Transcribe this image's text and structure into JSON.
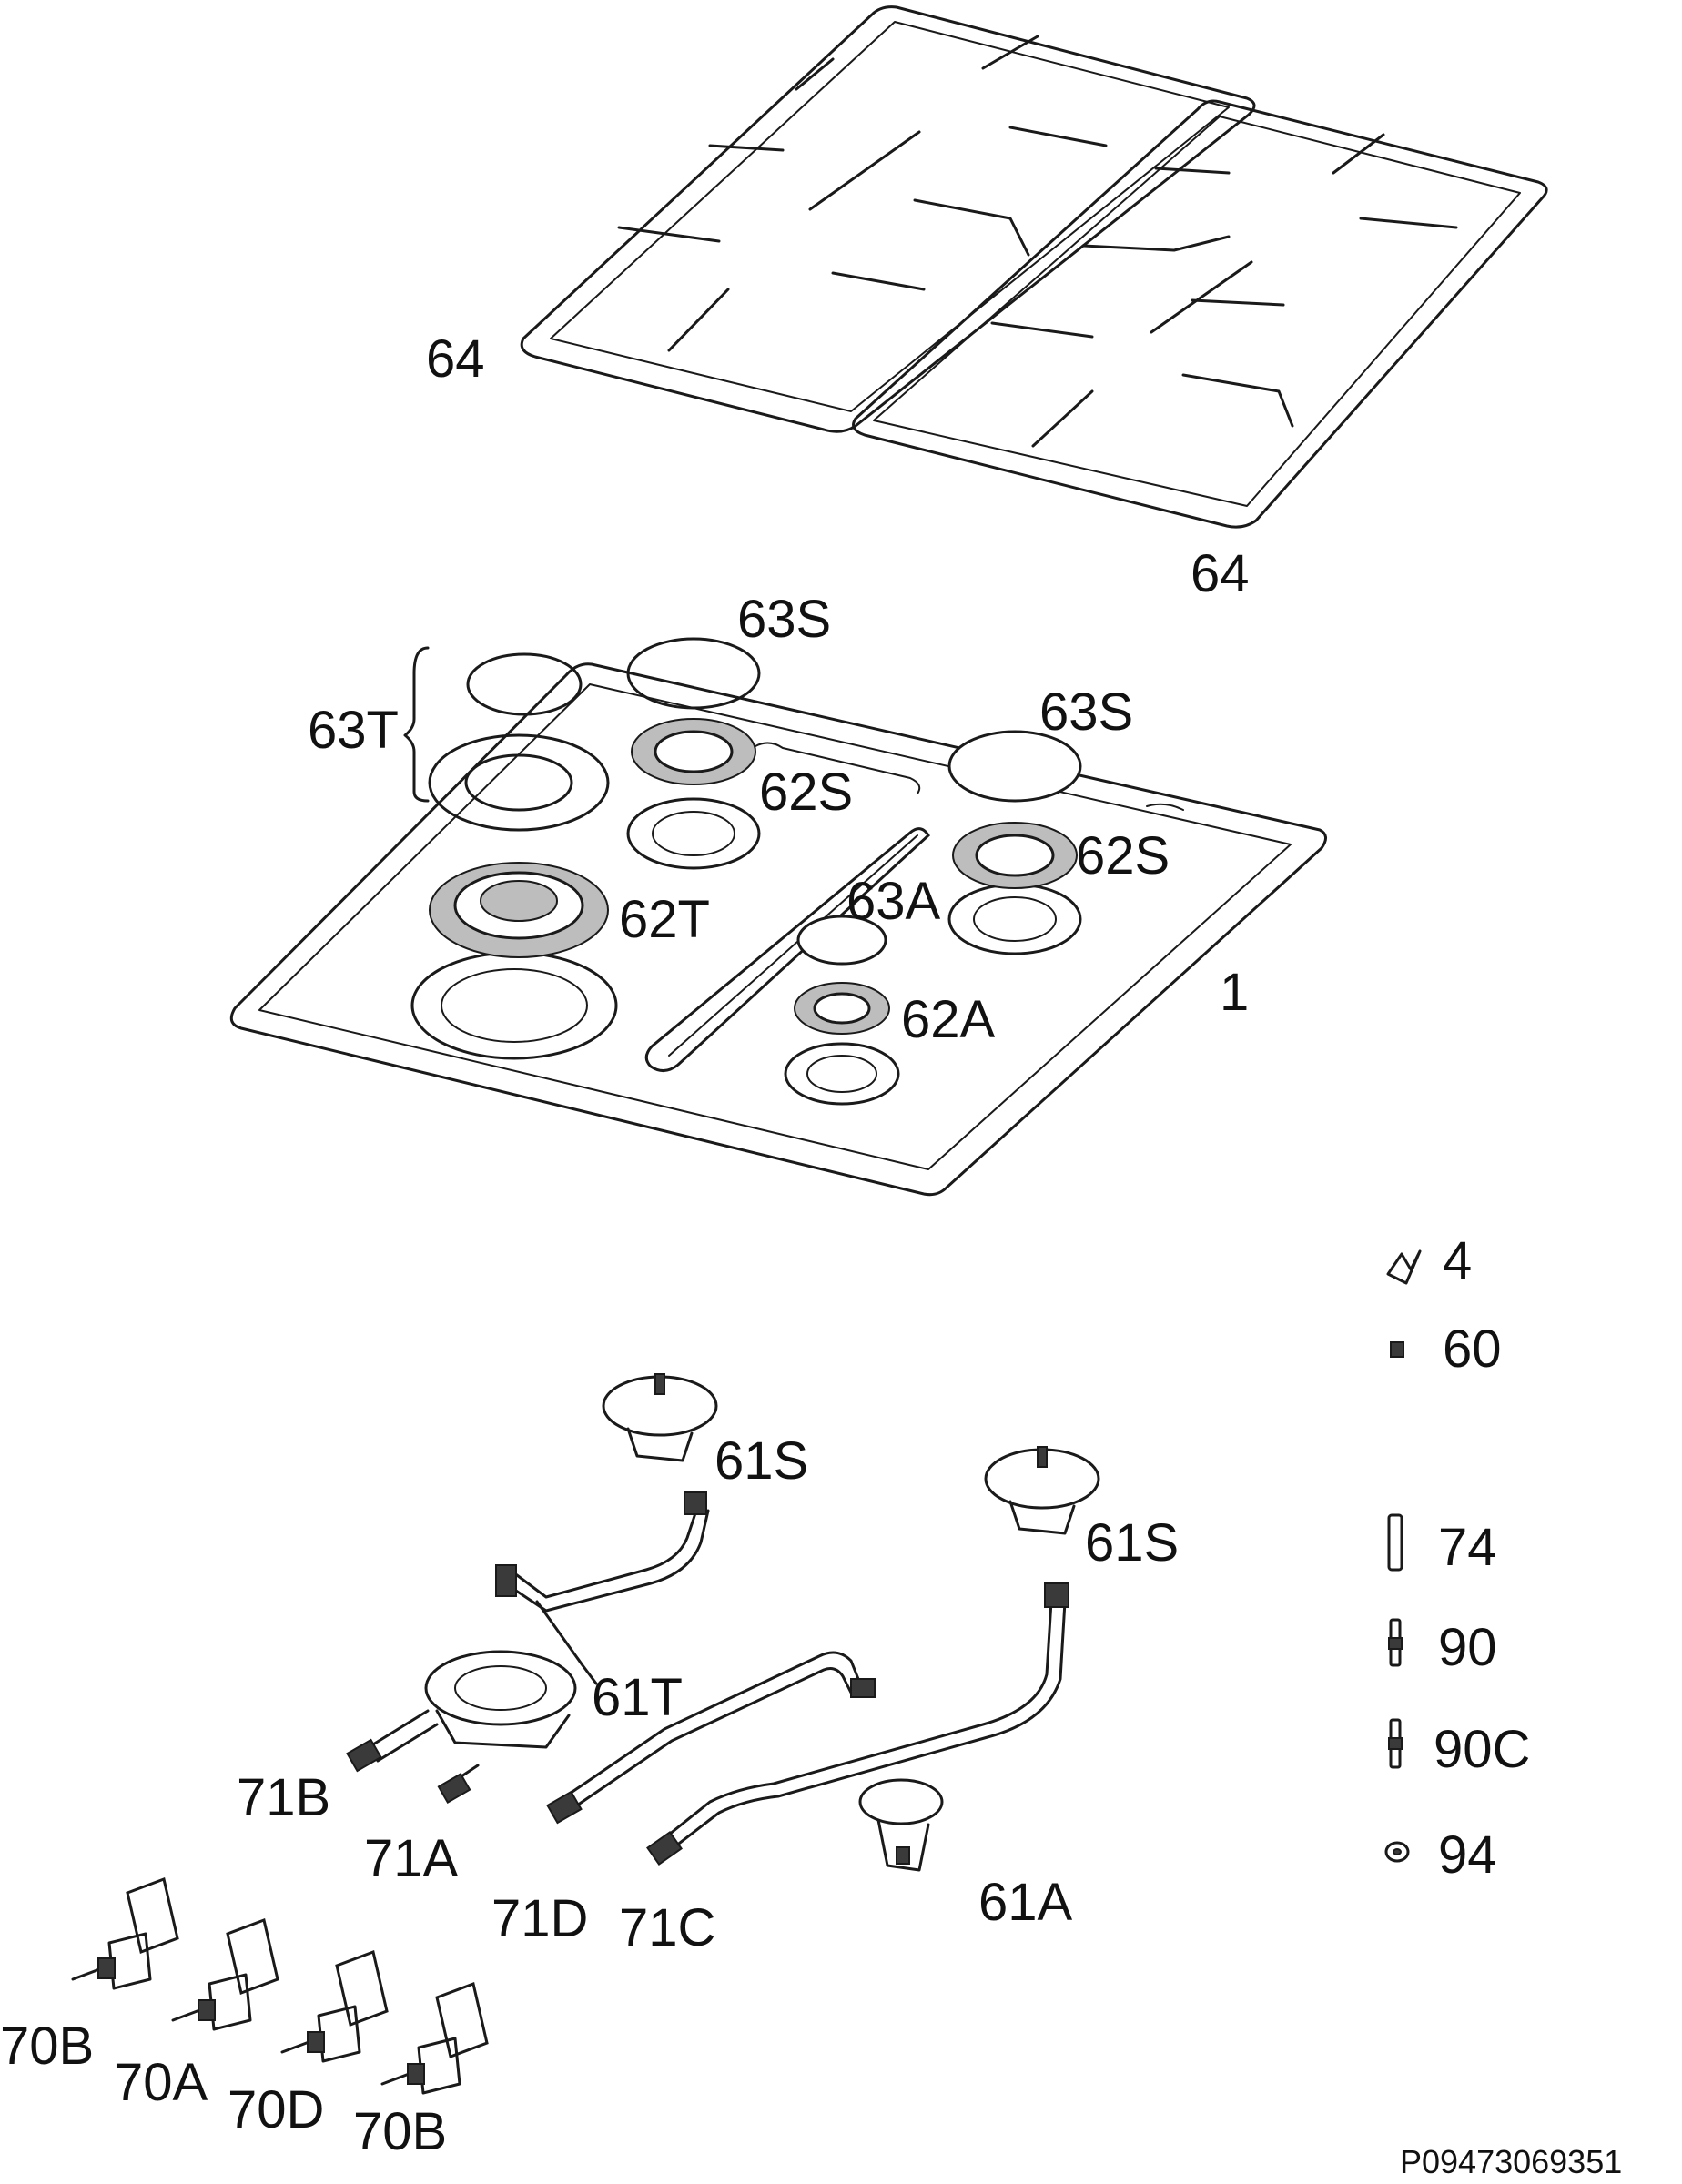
{
  "callouts": {
    "grid_left": "64",
    "grid_right": "64",
    "cap_63S_a": "63S",
    "cap_63S_b": "63S",
    "cap_63T": "63T",
    "crown_62S_a": "62S",
    "crown_62S_b": "62S",
    "cap_63A": "63A",
    "crown_62T": "62T",
    "crown_62A": "62A",
    "hob_1": "1",
    "part_4": "4",
    "part_60": "60",
    "burner_61S_a": "61S",
    "burner_61S_b": "61S",
    "part_74": "74",
    "part_90": "90",
    "part_90C": "90C",
    "part_94": "94",
    "burner_61T": "61T",
    "pipe_71B": "71B",
    "pipe_71A": "71A",
    "pipe_71D": "71D",
    "pipe_71C": "71C",
    "burner_61A": "61A",
    "tap_70B_a": "70B",
    "tap_70A": "70A",
    "tap_70D": "70D",
    "tap_70B_b": "70B"
  },
  "footer": {
    "drawing_code": "P09473069351"
  }
}
